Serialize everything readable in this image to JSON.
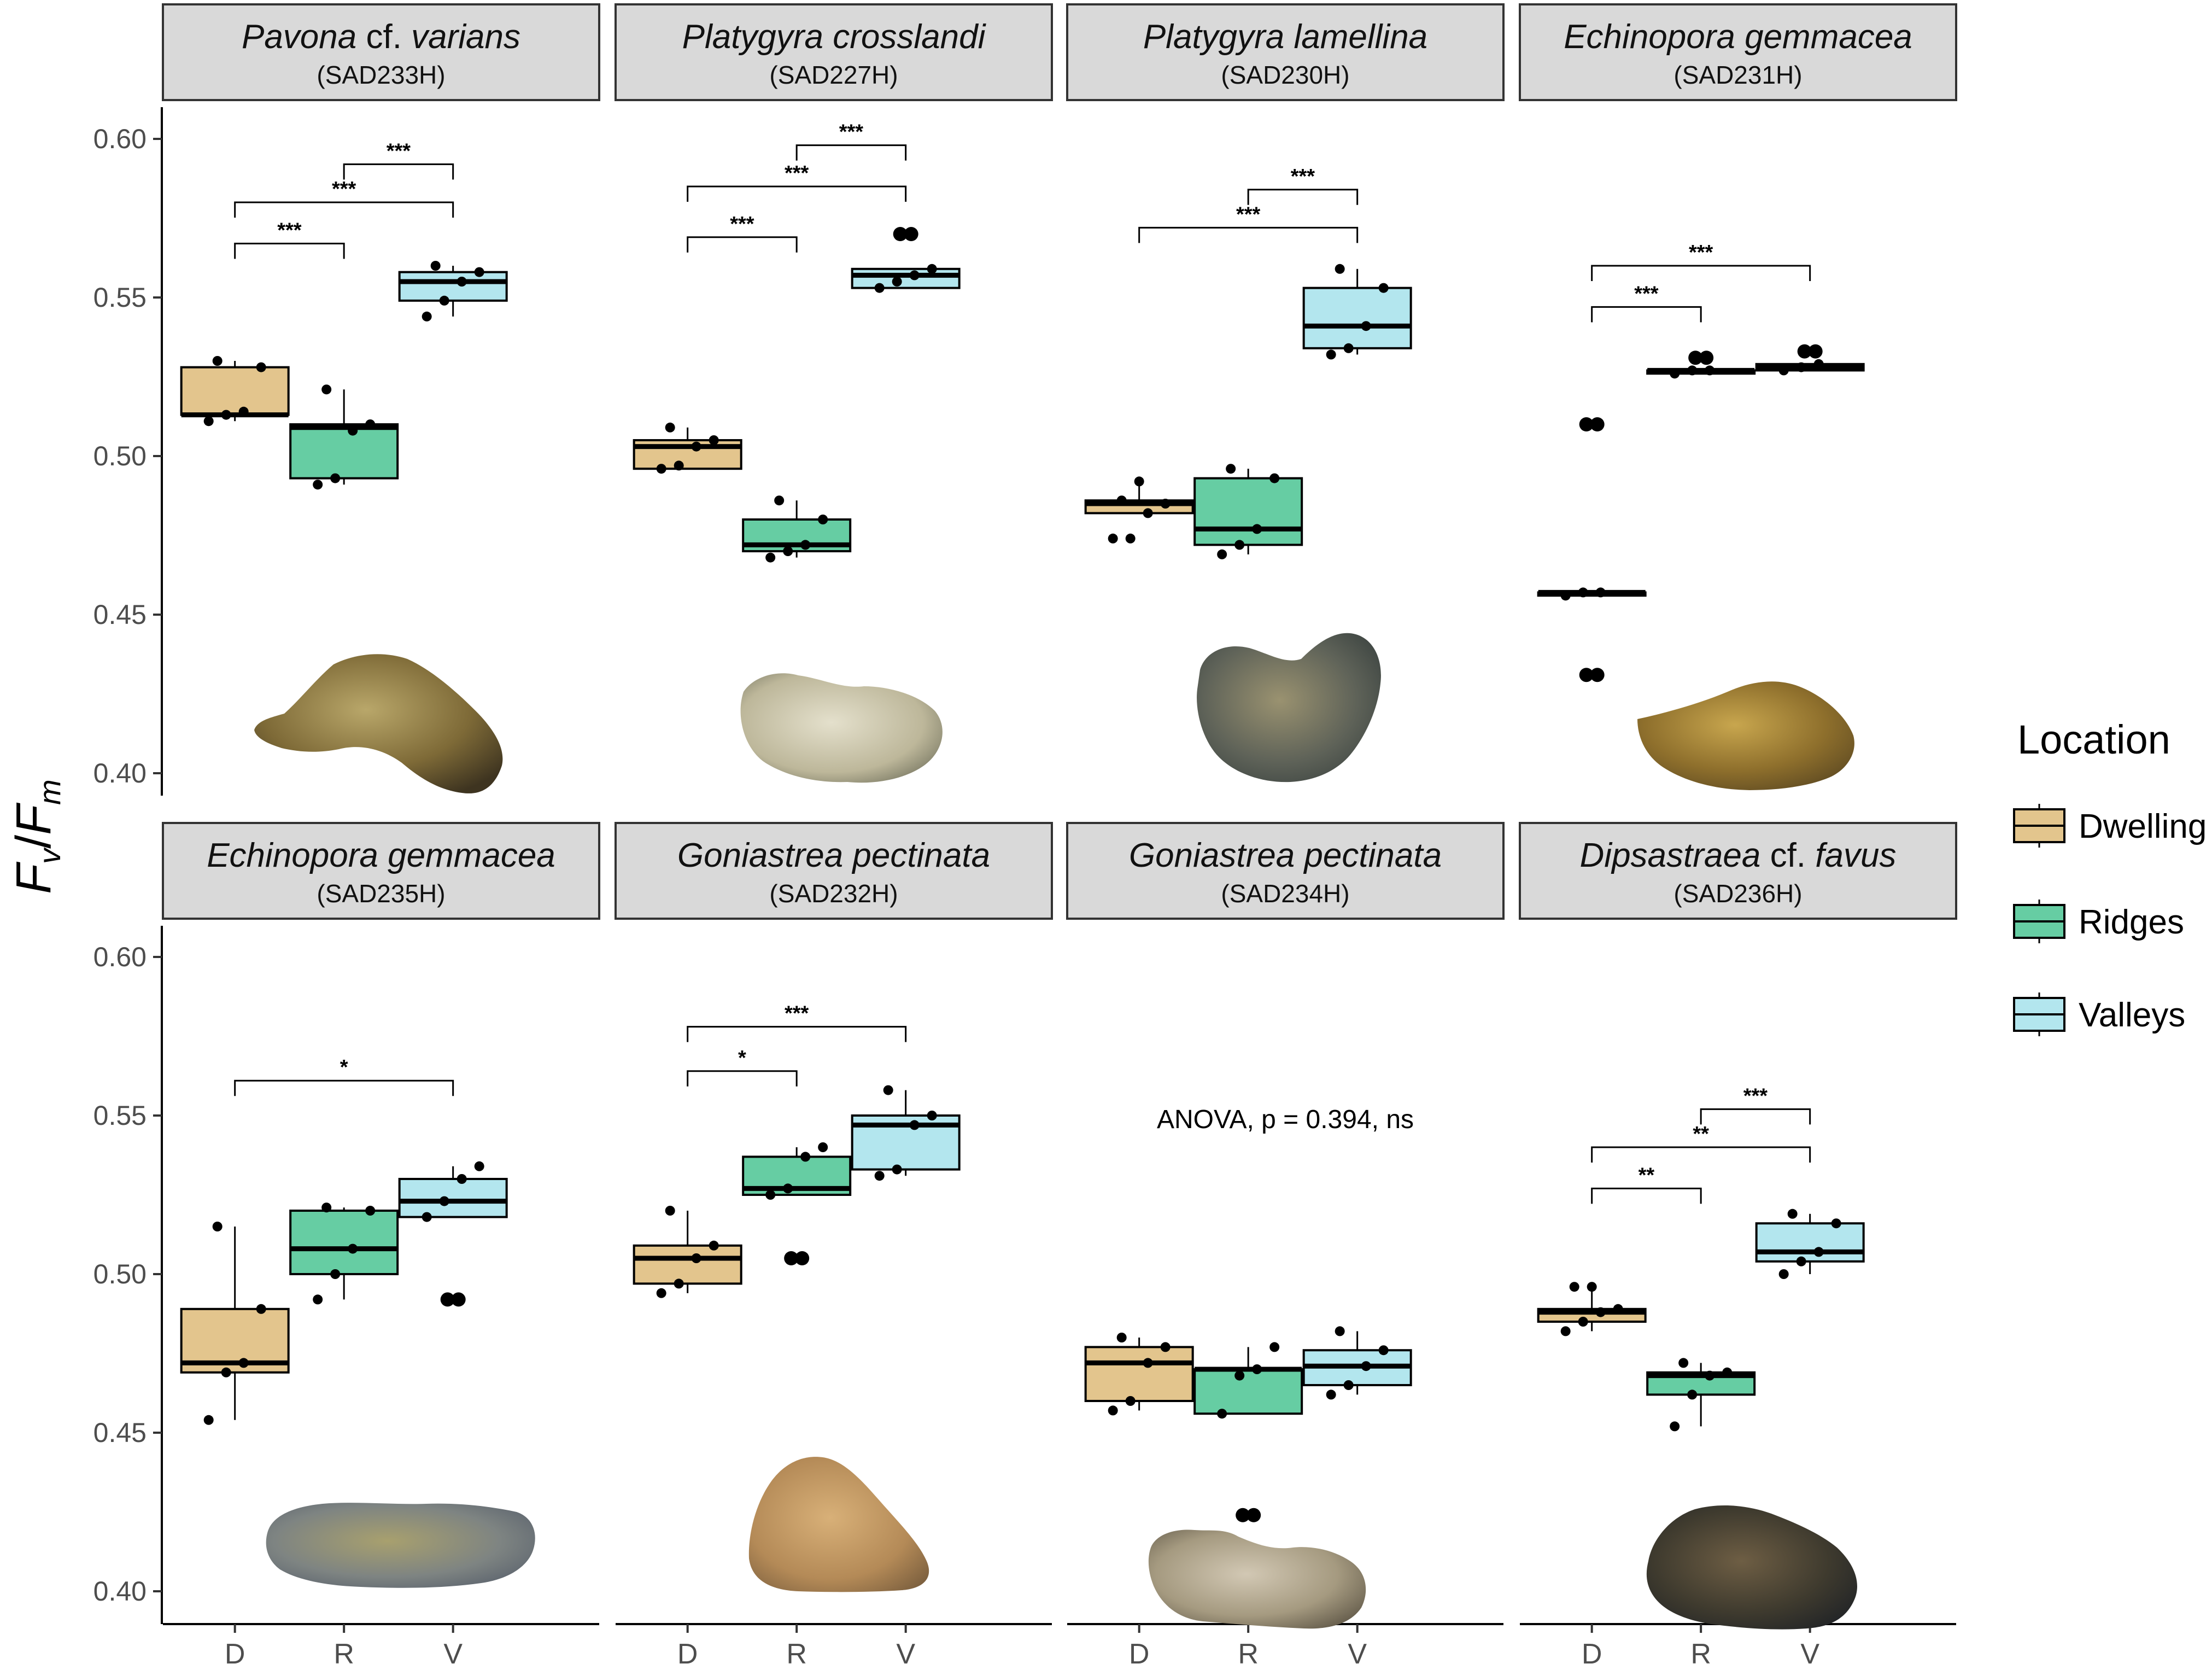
{
  "colors": {
    "dwelling": "#E3C58D",
    "ridges": "#66CDA3",
    "valleys": "#B3E6EE",
    "strip_bg": "#D9D9D9"
  },
  "chart_data": {
    "type": "box",
    "ylabel_main": "F",
    "ylabel_sub1": "v",
    "ylabel_sep": "/",
    "ylabel_sub2": "m",
    "ylim": [
      0.39,
      0.61
    ],
    "yticks": [
      "0.40",
      "0.45",
      "0.50",
      "0.55",
      "0.60"
    ],
    "xticks": [
      "D",
      "R",
      "V"
    ],
    "legend": {
      "title": "Location",
      "position": "right",
      "entries": [
        "Dwelling",
        "Ridges",
        "Valleys"
      ]
    },
    "panels": [
      {
        "title": [
          {
            "t": "Pavona",
            "i": true
          },
          {
            "t": " cf. ",
            "i": false
          },
          {
            "t": "varians",
            "i": true
          }
        ],
        "code": "(SAD233H)",
        "note": "",
        "boxes": [
          {
            "q1": 0.513,
            "med": 0.513,
            "q3": 0.528,
            "lo": 0.511,
            "hi": 0.53,
            "pts": [
              0.511,
              0.513,
              0.514,
              0.528,
              0.53
            ],
            "out": []
          },
          {
            "q1": 0.493,
            "med": 0.509,
            "q3": 0.51,
            "lo": 0.491,
            "hi": 0.521,
            "pts": [
              0.491,
              0.493,
              0.508,
              0.51,
              0.521
            ],
            "out": []
          },
          {
            "q1": 0.549,
            "med": 0.555,
            "q3": 0.558,
            "lo": 0.544,
            "hi": 0.56,
            "pts": [
              0.544,
              0.549,
              0.555,
              0.558,
              0.56
            ],
            "out": []
          }
        ],
        "brackets": [
          {
            "a": 0,
            "b": 1,
            "y": 0.567,
            "label": "***"
          },
          {
            "a": 0,
            "b": 2,
            "y": 0.58,
            "label": "***"
          },
          {
            "a": 1,
            "b": 2,
            "y": 0.592,
            "label": "***"
          }
        ]
      },
      {
        "title": [
          {
            "t": "Platygyra crosslandi",
            "i": true
          }
        ],
        "code": "(SAD227H)",
        "note": "",
        "boxes": [
          {
            "q1": 0.496,
            "med": 0.503,
            "q3": 0.505,
            "lo": 0.496,
            "hi": 0.509,
            "pts": [
              0.496,
              0.497,
              0.503,
              0.505,
              0.509
            ],
            "out": []
          },
          {
            "q1": 0.47,
            "med": 0.472,
            "q3": 0.48,
            "lo": 0.468,
            "hi": 0.486,
            "pts": [
              0.468,
              0.47,
              0.472,
              0.48,
              0.486
            ],
            "out": []
          },
          {
            "q1": 0.553,
            "med": 0.557,
            "q3": 0.559,
            "lo": 0.553,
            "hi": 0.559,
            "pts": [
              0.553,
              0.555,
              0.557,
              0.559
            ],
            "out": [
              0.57,
              0.57
            ]
          }
        ],
        "brackets": [
          {
            "a": 0,
            "b": 1,
            "y": 0.569,
            "label": "***"
          },
          {
            "a": 0,
            "b": 2,
            "y": 0.585,
            "label": "***"
          },
          {
            "a": 1,
            "b": 2,
            "y": 0.598,
            "label": "***"
          }
        ]
      },
      {
        "title": [
          {
            "t": "Platygyra lamellina",
            "i": true
          }
        ],
        "code": "(SAD230H)",
        "note": "",
        "boxes": [
          {
            "q1": 0.482,
            "med": 0.485,
            "q3": 0.486,
            "lo": 0.482,
            "hi": 0.492,
            "pts": [
              0.474,
              0.474,
              0.482,
              0.485,
              0.486,
              0.492
            ],
            "out": []
          },
          {
            "q1": 0.472,
            "med": 0.477,
            "q3": 0.493,
            "lo": 0.469,
            "hi": 0.496,
            "pts": [
              0.469,
              0.472,
              0.477,
              0.493,
              0.496
            ],
            "out": []
          },
          {
            "q1": 0.534,
            "med": 0.541,
            "q3": 0.553,
            "lo": 0.532,
            "hi": 0.559,
            "pts": [
              0.532,
              0.534,
              0.541,
              0.553,
              0.559
            ],
            "out": []
          }
        ],
        "brackets": [
          {
            "a": 0,
            "b": 2,
            "y": 0.572,
            "label": "***"
          },
          {
            "a": 1,
            "b": 2,
            "y": 0.584,
            "label": "***"
          }
        ]
      },
      {
        "title": [
          {
            "t": "Echinopora gemmacea",
            "i": true
          }
        ],
        "code": "(SAD231H)",
        "note": "",
        "boxes": [
          {
            "q1": 0.456,
            "med": 0.457,
            "q3": 0.457,
            "lo": 0.456,
            "hi": 0.457,
            "pts": [
              0.456,
              0.457,
              0.457
            ],
            "out": [
              0.51,
              0.51,
              0.431,
              0.431
            ]
          },
          {
            "q1": 0.526,
            "med": 0.527,
            "q3": 0.527,
            "lo": 0.526,
            "hi": 0.527,
            "pts": [
              0.526,
              0.527,
              0.527
            ],
            "out": [
              0.531,
              0.531
            ]
          },
          {
            "q1": 0.527,
            "med": 0.528,
            "q3": 0.529,
            "lo": 0.527,
            "hi": 0.529,
            "pts": [
              0.527,
              0.528,
              0.529
            ],
            "out": [
              0.533,
              0.533
            ]
          }
        ],
        "brackets": [
          {
            "a": 0,
            "b": 1,
            "y": 0.547,
            "label": "***"
          },
          {
            "a": 0,
            "b": 2,
            "y": 0.56,
            "label": "***"
          }
        ]
      },
      {
        "title": [
          {
            "t": "Echinopora gemmacea",
            "i": true
          }
        ],
        "code": "(SAD235H)",
        "note": "",
        "boxes": [
          {
            "q1": 0.469,
            "med": 0.472,
            "q3": 0.489,
            "lo": 0.454,
            "hi": 0.515,
            "pts": [
              0.454,
              0.469,
              0.472,
              0.489,
              0.515
            ],
            "out": []
          },
          {
            "q1": 0.5,
            "med": 0.508,
            "q3": 0.52,
            "lo": 0.492,
            "hi": 0.521,
            "pts": [
              0.492,
              0.5,
              0.508,
              0.52,
              0.521
            ],
            "out": []
          },
          {
            "q1": 0.518,
            "med": 0.523,
            "q3": 0.53,
            "lo": 0.518,
            "hi": 0.534,
            "pts": [
              0.518,
              0.523,
              0.53,
              0.534
            ],
            "out": [
              0.492,
              0.492
            ]
          }
        ],
        "brackets": [
          {
            "a": 0,
            "b": 2,
            "y": 0.561,
            "label": "*"
          }
        ]
      },
      {
        "title": [
          {
            "t": "Goniastrea pectinata",
            "i": true
          }
        ],
        "code": "(SAD232H)",
        "note": "",
        "boxes": [
          {
            "q1": 0.497,
            "med": 0.505,
            "q3": 0.509,
            "lo": 0.494,
            "hi": 0.52,
            "pts": [
              0.494,
              0.497,
              0.505,
              0.509,
              0.52
            ],
            "out": []
          },
          {
            "q1": 0.525,
            "med": 0.527,
            "q3": 0.537,
            "lo": 0.525,
            "hi": 0.54,
            "pts": [
              0.525,
              0.527,
              0.537,
              0.54
            ],
            "out": [
              0.505,
              0.505
            ]
          },
          {
            "q1": 0.533,
            "med": 0.547,
            "q3": 0.55,
            "lo": 0.531,
            "hi": 0.558,
            "pts": [
              0.531,
              0.533,
              0.547,
              0.55,
              0.558
            ],
            "out": []
          }
        ],
        "brackets": [
          {
            "a": 0,
            "b": 1,
            "y": 0.564,
            "label": "*"
          },
          {
            "a": 0,
            "b": 2,
            "y": 0.578,
            "label": "***"
          }
        ]
      },
      {
        "title": [
          {
            "t": "Goniastrea pectinata",
            "i": true
          }
        ],
        "code": "(SAD234H)",
        "note": "ANOVA, p = 0.394, ns",
        "boxes": [
          {
            "q1": 0.46,
            "med": 0.472,
            "q3": 0.477,
            "lo": 0.457,
            "hi": 0.48,
            "pts": [
              0.457,
              0.46,
              0.472,
              0.477,
              0.48
            ],
            "out": []
          },
          {
            "q1": 0.456,
            "med": 0.47,
            "q3": 0.47,
            "lo": 0.456,
            "hi": 0.477,
            "pts": [
              0.456,
              0.468,
              0.47,
              0.477
            ],
            "out": [
              0.424,
              0.424
            ]
          },
          {
            "q1": 0.465,
            "med": 0.471,
            "q3": 0.476,
            "lo": 0.462,
            "hi": 0.482,
            "pts": [
              0.462,
              0.465,
              0.471,
              0.476,
              0.482
            ],
            "out": []
          }
        ],
        "brackets": []
      },
      {
        "title": [
          {
            "t": "Dipsastraea",
            "i": true
          },
          {
            "t": " cf. ",
            "i": false
          },
          {
            "t": "favus",
            "i": true
          }
        ],
        "code": "(SAD236H)",
        "note": "",
        "boxes": [
          {
            "q1": 0.485,
            "med": 0.488,
            "q3": 0.489,
            "lo": 0.482,
            "hi": 0.496,
            "pts": [
              0.482,
              0.485,
              0.488,
              0.489,
              0.496,
              0.496
            ],
            "out": []
          },
          {
            "q1": 0.462,
            "med": 0.468,
            "q3": 0.469,
            "lo": 0.452,
            "hi": 0.472,
            "pts": [
              0.452,
              0.462,
              0.468,
              0.469,
              0.472
            ],
            "out": []
          },
          {
            "q1": 0.504,
            "med": 0.507,
            "q3": 0.516,
            "lo": 0.5,
            "hi": 0.519,
            "pts": [
              0.5,
              0.504,
              0.507,
              0.516,
              0.519
            ],
            "out": []
          }
        ],
        "brackets": [
          {
            "a": 0,
            "b": 1,
            "y": 0.527,
            "label": "**"
          },
          {
            "a": 0,
            "b": 2,
            "y": 0.54,
            "label": "**"
          },
          {
            "a": 1,
            "b": 2,
            "y": 0.552,
            "label": "***"
          }
        ]
      }
    ]
  }
}
